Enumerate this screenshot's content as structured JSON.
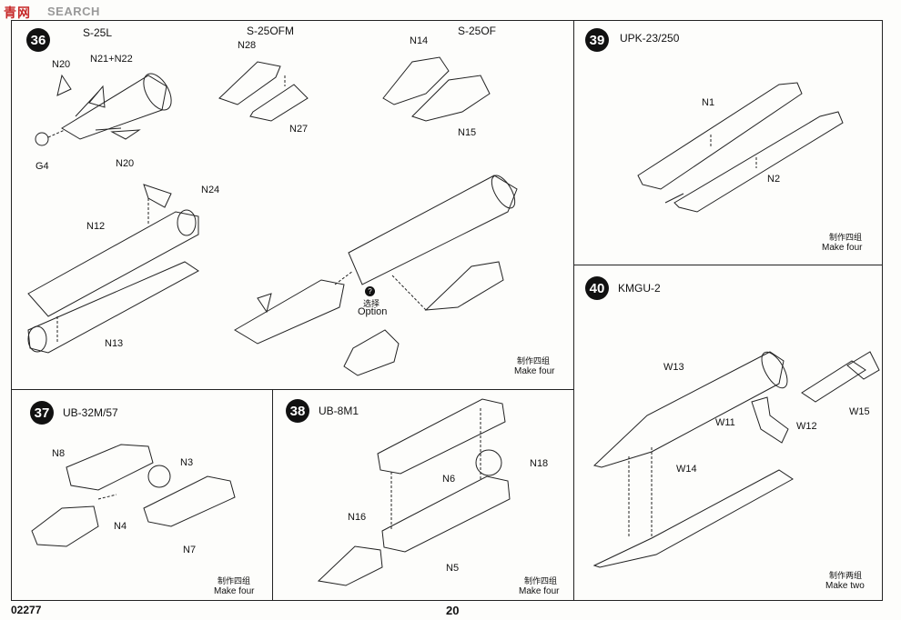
{
  "watermark": {
    "cn": "青网",
    "en": "SEARCH"
  },
  "steps": {
    "s36": {
      "num": "36",
      "t1": "S-25L",
      "t2": "S-25OFM",
      "t3": "S-25OF",
      "labels": {
        "n20a": "N20",
        "n21": "N21+N22",
        "g4": "G4",
        "n20b": "N20",
        "n28": "N28",
        "n27": "N27",
        "n14": "N14",
        "n15": "N15",
        "n24": "N24",
        "n12": "N12",
        "n13": "N13"
      },
      "option_cn": "选择",
      "option_en": "Option",
      "note_cn": "制作四组",
      "note_en": "Make four"
    },
    "s37": {
      "num": "37",
      "title": "UB-32M/57",
      "labels": {
        "n8": "N8",
        "n3": "N3",
        "n4": "N4",
        "n7": "N7"
      },
      "note_cn": "制作四组",
      "note_en": "Make four"
    },
    "s38": {
      "num": "38",
      "title": "UB-8M1",
      "labels": {
        "n6": "N6",
        "n18": "N18",
        "n16": "N16",
        "n5": "N5"
      },
      "note_cn": "制作四组",
      "note_en": "Make four"
    },
    "s39": {
      "num": "39",
      "title": "UPK-23/250",
      "labels": {
        "n1": "N1",
        "n2": "N2"
      },
      "note_cn": "制作四组",
      "note_en": "Make four"
    },
    "s40": {
      "num": "40",
      "title": "KMGU-2",
      "labels": {
        "w13": "W13",
        "w11": "W11",
        "w12": "W12",
        "w15": "W15",
        "w14": "W14"
      },
      "note_cn": "制作两组",
      "note_en": "Make two"
    }
  },
  "footer": {
    "code": "02277",
    "page": "20"
  }
}
